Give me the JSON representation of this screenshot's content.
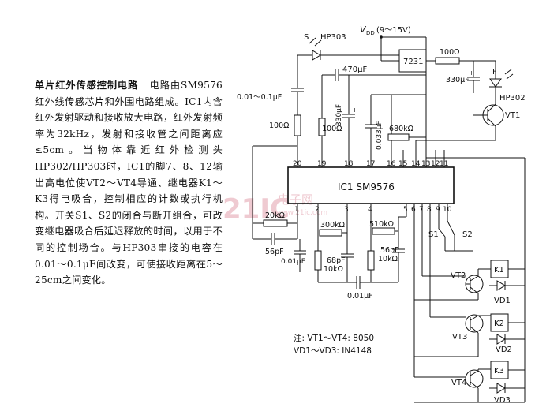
{
  "description": {
    "title": "单片红外传感控制电路",
    "body": "电路由SM9576红外线传感芯片和外围电路组成。IC1内含红外发射驱动和接收放大电路，红外发射频率为32kHz，发射和接收管之间距离应≤5cm。当物体靠近红外检测头HP302/HP303时，IC1的脚7、8、12输出高电位使VT2～VT4导通、继电器K1～K3得电吸合，控制相应的计数或执行机构。开关S1、S2的闭合与断开组合，可改变继电器吸合后延迟释放的时间，以用于不同的控制场合。与HP303串接的电容在0.01～0.1μF间改变，可使接收距离在5～25cm之间变化。"
  },
  "schematic": {
    "supply": "V",
    "supply_sub": "DD",
    "supply_range": "(9～15V)",
    "ic_main": "IC1 SM9576",
    "regulator": "7231",
    "ir_led": "HP303",
    "ir_rx": "HP302",
    "labels": {
      "r_100_top": "100Ω",
      "c_470": "470μF",
      "c_330": "330μF",
      "c_330_v": "330μF",
      "c_var": "0.01～0.1μF",
      "r_100_left": "100Ω",
      "r_100_mid": "100Ω",
      "c_0033": "0.033μF",
      "r_680": "680kΩ",
      "vt1": "VT1",
      "r_20k": "20kΩ",
      "r_300k": "300kΩ",
      "r_510k": "510kΩ",
      "c_56_l": "56pF",
      "c_001_l": "0.01μF",
      "c_68": "68pF",
      "r_10k_a": "10kΩ",
      "c_56_r": "56pF",
      "r_10k_b": "10kΩ",
      "c_001_b": "0.01μF",
      "s1": "S1",
      "s2": "S2",
      "k1": "K1",
      "k2": "K2",
      "k3": "K3",
      "vt2": "VT2",
      "vt3": "VT3",
      "vt4": "VT4",
      "vd1": "VD1",
      "vd2": "VD2",
      "vd3": "VD3",
      "s_label": "S",
      "f_label": "F",
      "plus": "+"
    },
    "pins_top": [
      "20",
      "19",
      "18",
      "17",
      "16",
      "15",
      "14",
      "13",
      "12",
      "11"
    ],
    "pins_bottom": [
      "1",
      "2",
      "3",
      "4",
      "5",
      "6",
      "7",
      "8",
      "9",
      "10"
    ],
    "note_line1": "注: VT1～VT4: 8050",
    "note_line2": "VD1～VD3: IN4148",
    "watermark_main": "21IC",
    "watermark_cn": "电子网",
    "watermark_url": "www.21ic.com"
  }
}
